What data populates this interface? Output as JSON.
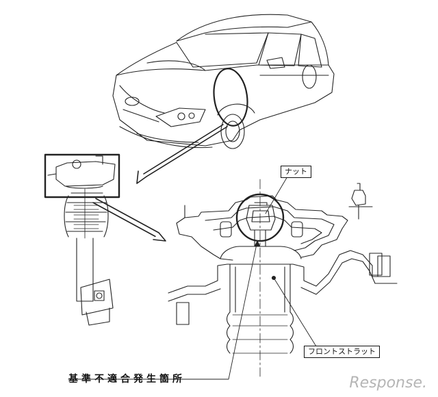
{
  "labels": {
    "nut": "ナット",
    "front_strut": "フロントストラット",
    "nonconforming_location": "基準不適合発生箇所"
  },
  "watermark": "Response."
}
